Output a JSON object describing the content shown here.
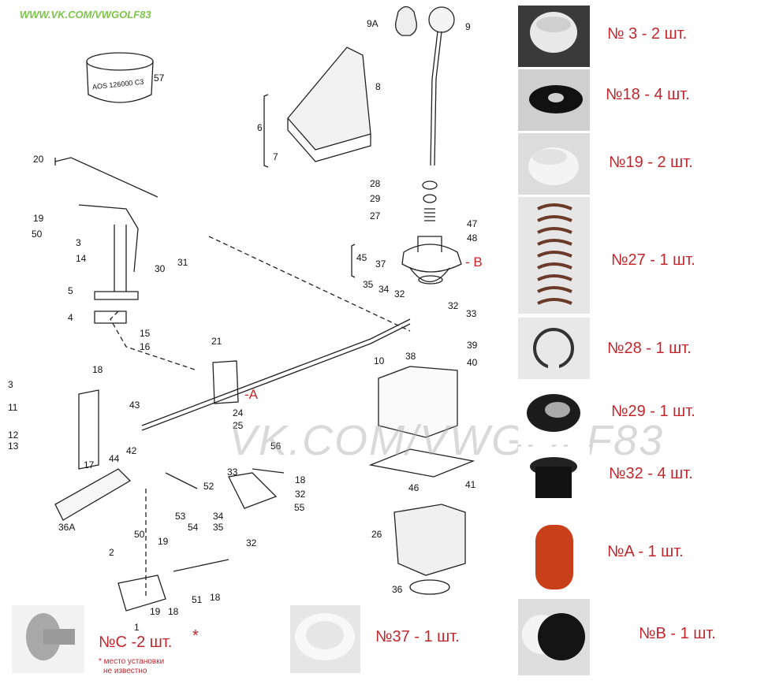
{
  "watermark_top": "WWW.VK.COM/VWGOLF83",
  "watermark_center": "VK.COM/VWGOLF83",
  "part_labels": {
    "p57": "57",
    "p9a": "9A",
    "p9": "9",
    "p8": "8",
    "p6": "6",
    "p7": "7",
    "p20": "20",
    "p19": "19",
    "p50": "50",
    "p3": "3",
    "p14": "14",
    "p30": "30",
    "p31": "31",
    "p5": "5",
    "p4": "4",
    "p15": "15",
    "p16": "16",
    "p28": "28",
    "p29": "29",
    "p27": "27",
    "p47": "47",
    "p48": "48",
    "p45": "45",
    "p37": "37",
    "p35": "35",
    "p34": "34",
    "p32": "32",
    "p33": "33",
    "p39": "39",
    "p40": "40",
    "p10": "10",
    "p21": "21",
    "p38": "38",
    "p18": "18",
    "p11": "11",
    "p43": "43",
    "p24": "24",
    "p25": "25",
    "p12": "12",
    "p13": "13",
    "p44": "44",
    "p42": "42",
    "p17": "17",
    "p56": "56",
    "p36a": "36A",
    "p52": "52",
    "p46": "46",
    "p41": "41",
    "p53": "53",
    "p54": "54",
    "p55": "55",
    "p26": "26",
    "p2": "2",
    "p1": "1",
    "p51": "51",
    "p36": "36",
    "tag_a": "-A",
    "tag_b": "- B",
    "stamp": "AOS 126000 C3"
  },
  "captions": {
    "c3": "№ 3 - 2 шт.",
    "c18": "№18 - 4 шт.",
    "c19": "№19 - 2 шт.",
    "c27": "№27 - 1 шт.",
    "c28": "№28 - 1 шт.",
    "c29": "№29 - 1 шт.",
    "c32": "№32 - 4 шт.",
    "cA": "№A - 1 шт.",
    "cB": "№B - 1 шт.",
    "c37": "№37 - 1 шт.",
    "cC": "№C -2 шт.",
    "cC_star": "*",
    "note_line1": "* место установки",
    "note_line2": "не известно"
  }
}
